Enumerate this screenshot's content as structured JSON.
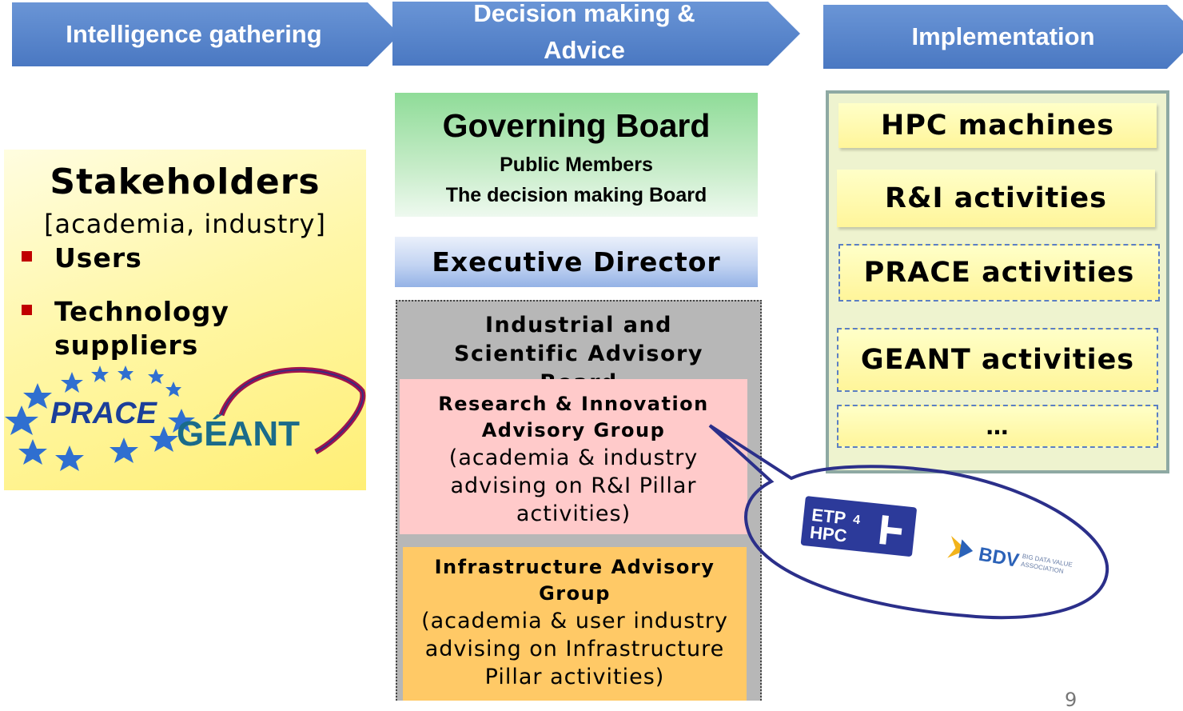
{
  "header": {
    "intelligence": "Intelligence gathering",
    "decision": "Decision making & Advice",
    "implementation": "Implementation"
  },
  "stakeholders": {
    "title": "Stakeholders",
    "subtitle": "[academia, industry]",
    "bullets": [
      "Users",
      "Technology suppliers"
    ],
    "logos": {
      "prace": "PRACE",
      "geant": "GÉANT"
    }
  },
  "governing_board": {
    "title": "Governing Board",
    "line1": "Public Members",
    "line2": "The decision making Board"
  },
  "executive_director": "Executive Director",
  "isab": {
    "title": "Industrial and Scientific Advisory Board",
    "rig": {
      "title": "Research & Innovation Advisory Group",
      "desc": "(academia & industry advising on R&I Pillar activities)"
    },
    "iag": {
      "title": "Infrastructure Advisory Group",
      "desc": "(academia & user industry advising on Infrastructure Pillar activities)"
    }
  },
  "implementation": {
    "items": [
      "HPC machines",
      "R&I activities",
      "PRACE activities",
      "GEANT activities",
      "…"
    ]
  },
  "callout_logos": {
    "etp_line1": "ETP",
    "etp_4": "4",
    "etp_line2": "HPC",
    "bdv": "BDV",
    "bdv_sub1": "BIG DATA VALUE",
    "bdv_sub2": "ASSOCIATION"
  },
  "page_number": "9",
  "colors": {
    "arrow_blue": "#4f7cc4",
    "governing_green": "#8fdc98",
    "executive_blue": "#94b2e6",
    "isab_gray": "#b7b7b7",
    "rig_pink": "#ffcaca",
    "iag_orange": "#ffc966",
    "bullet_red": "#c00000",
    "callout_navy": "#2b2f8a"
  }
}
